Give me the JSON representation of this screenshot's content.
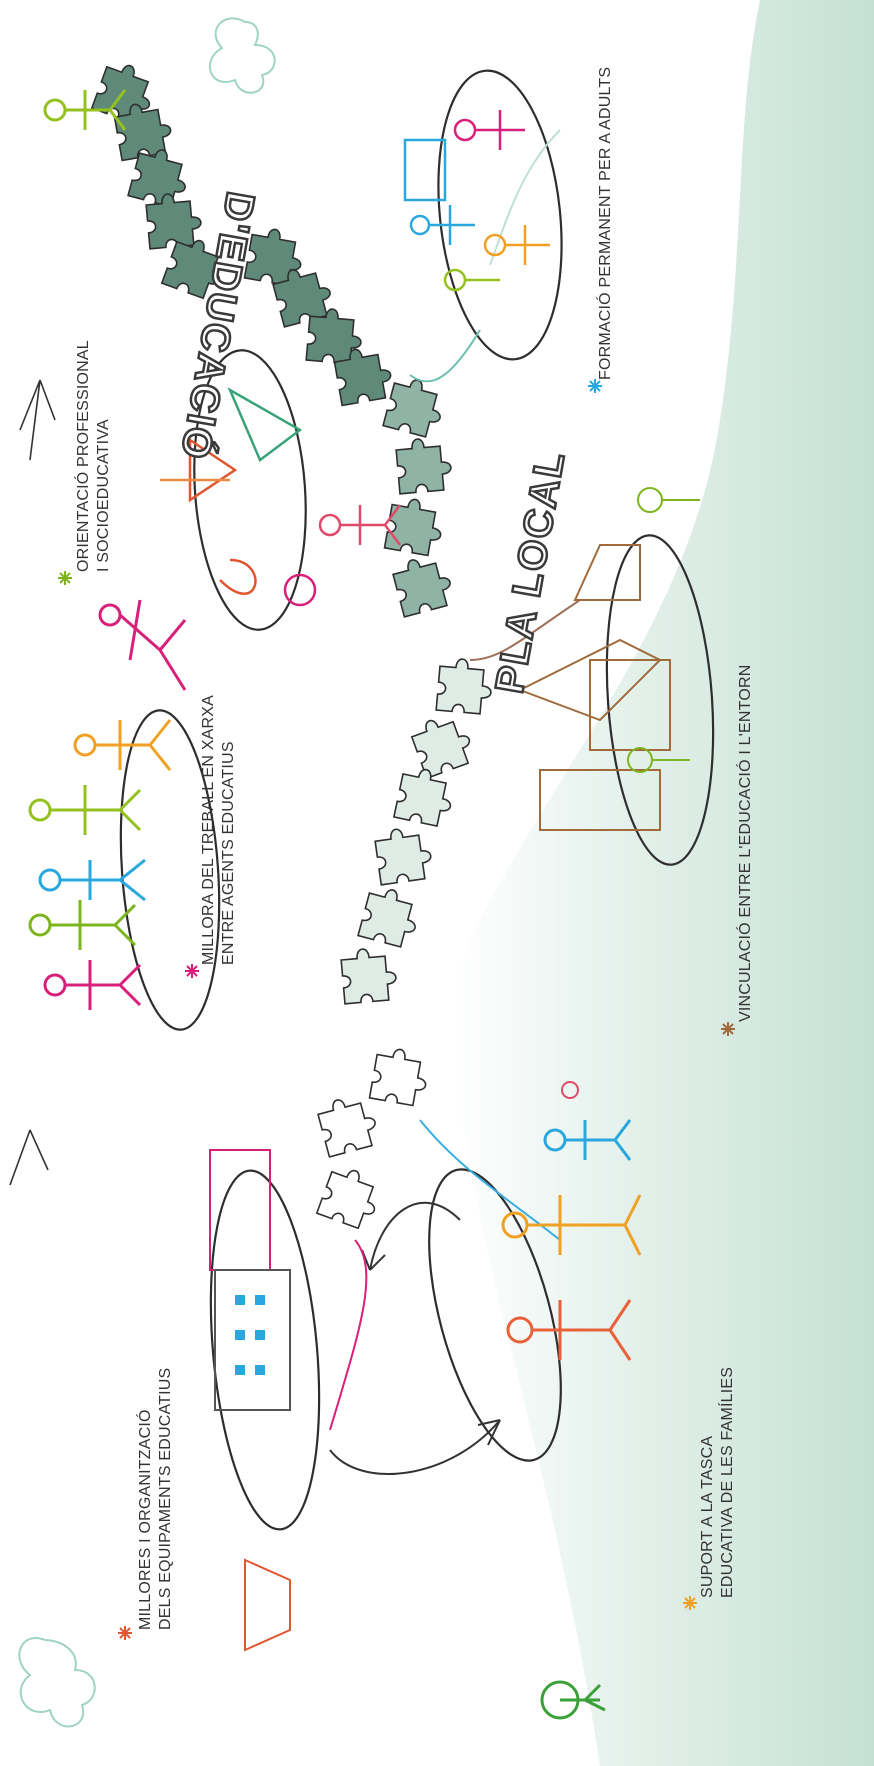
{
  "title": {
    "line1": "PLA LOCAL",
    "line2": "D'EDUCACIÓ"
  },
  "sections": [
    {
      "id": "equipaments",
      "line1": "MILLORES I ORGANITZACIÓ",
      "line2": "DELS EQUIPAMENTS EDUCATIUS",
      "color": "#e0562f"
    },
    {
      "id": "xarxa",
      "line1": "MILLORA DEL TREBALL EN XARXA",
      "line2": "ENTRE AGENTS EDUCATIUS",
      "color": "#d8207a"
    },
    {
      "id": "orientacio",
      "line1": "ORIENTACIÓ PROFESSIONAL",
      "line2": "I SOCIOEDUCATIVA",
      "color": "#7cb51e"
    },
    {
      "id": "formacio",
      "line1": "FORMACIÓ PERMANENT PER A ADULTS",
      "line2": "",
      "color": "#2aa7dd"
    },
    {
      "id": "vinculacio",
      "line1": "VINCULACIÓ ENTRE L'EDUCACIÓ I L'ENTORN",
      "line2": "",
      "color": "#a06a3b"
    },
    {
      "id": "families",
      "line1": "SUPORT A LA TASCA",
      "line2": "EDUCATIVA DE LES FAMÍLIES",
      "color": "#f0a022"
    }
  ],
  "colors": {
    "hill": "#d6ebe3",
    "puzzle_dark": "#5f8a79",
    "puzzle_light": "#dfece6",
    "outline": "#2e2e2e"
  }
}
